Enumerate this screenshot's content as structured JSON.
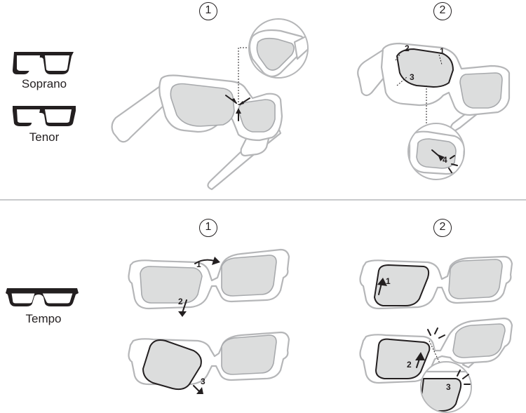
{
  "models": [
    {
      "label": "Soprano",
      "icon": "soprano-glasses-icon"
    },
    {
      "label": "Tenor",
      "icon": "tenor-glasses-icon"
    },
    {
      "label": "Tempo",
      "icon": "tempo-glasses-icon"
    }
  ],
  "steps": {
    "top_1": "①",
    "top_2": "②",
    "bottom_1": "①",
    "bottom_2": "②"
  },
  "callouts": [
    "1",
    "2",
    "3",
    "4"
  ],
  "colors": {
    "ink": "#231f20",
    "frame": "#b5b6b8",
    "lens": "#dcdddd",
    "divider": "#a7a9ac"
  }
}
